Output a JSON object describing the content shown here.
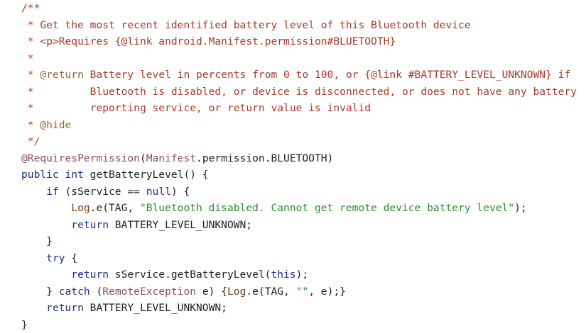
{
  "lines": [
    {
      "indent": "",
      "segments": [
        {
          "cls": "c",
          "text": "/**"
        }
      ]
    },
    {
      "indent": " ",
      "segments": [
        {
          "cls": "c",
          "text": "* Get the most recent identified battery level of this Bluetooth device"
        }
      ]
    },
    {
      "indent": " ",
      "segments": [
        {
          "cls": "c",
          "text": "* <p>Requires {@link android.Manifest.permission#BLUETOOTH}"
        }
      ]
    },
    {
      "indent": " ",
      "segments": [
        {
          "cls": "c",
          "text": "*"
        }
      ]
    },
    {
      "indent": " ",
      "segments": [
        {
          "cls": "c",
          "text": "* "
        },
        {
          "cls": "ct",
          "text": "@return"
        },
        {
          "cls": "c",
          "text": " Battery level in percents from 0 to 100, or {@link #BATTERY_LEVEL_UNKNOWN} if"
        }
      ]
    },
    {
      "indent": " ",
      "segments": [
        {
          "cls": "c",
          "text": "*         Bluetooth is disabled, or device is disconnected, or does not have any battery"
        }
      ]
    },
    {
      "indent": " ",
      "segments": [
        {
          "cls": "c",
          "text": "*         reporting service, or return value is invalid"
        }
      ]
    },
    {
      "indent": " ",
      "segments": [
        {
          "cls": "c",
          "text": "* "
        },
        {
          "cls": "ct",
          "text": "@hide"
        }
      ]
    },
    {
      "indent": " ",
      "segments": [
        {
          "cls": "c",
          "text": "*/"
        }
      ]
    },
    {
      "indent": "",
      "segments": [
        {
          "cls": "an",
          "text": "@RequiresPermission"
        },
        {
          "cls": "tx",
          "text": "("
        },
        {
          "cls": "an",
          "text": "Manifest"
        },
        {
          "cls": "tx",
          "text": ".permission.BLUETOOTH)"
        }
      ]
    },
    {
      "indent": "",
      "segments": [
        {
          "cls": "kw",
          "text": "public"
        },
        {
          "cls": "tx",
          "text": " "
        },
        {
          "cls": "kw",
          "text": "int"
        },
        {
          "cls": "tx",
          "text": " getBatteryLevel() {"
        }
      ]
    },
    {
      "indent": "    ",
      "segments": [
        {
          "cls": "kw",
          "text": "if"
        },
        {
          "cls": "tx",
          "text": " (sService == "
        },
        {
          "cls": "kw",
          "text": "null"
        },
        {
          "cls": "tx",
          "text": ") {"
        }
      ]
    },
    {
      "indent": "        ",
      "segments": [
        {
          "cls": "mt",
          "text": "Log"
        },
        {
          "cls": "tx",
          "text": ".e(TAG, "
        },
        {
          "cls": "st",
          "text": "\"Bluetooth disabled. Cannot get remote device battery level\""
        },
        {
          "cls": "tx",
          "text": ");"
        }
      ]
    },
    {
      "indent": "        ",
      "segments": [
        {
          "cls": "kw",
          "text": "return"
        },
        {
          "cls": "tx",
          "text": " BATTERY_LEVEL_UNKNOWN;"
        }
      ]
    },
    {
      "indent": "    ",
      "segments": [
        {
          "cls": "tx",
          "text": "}"
        }
      ]
    },
    {
      "indent": "    ",
      "segments": [
        {
          "cls": "kw",
          "text": "try"
        },
        {
          "cls": "tx",
          "text": " {"
        }
      ]
    },
    {
      "indent": "        ",
      "segments": [
        {
          "cls": "kw",
          "text": "return"
        },
        {
          "cls": "tx",
          "text": " sService.getBatteryLevel("
        },
        {
          "cls": "kw",
          "text": "this"
        },
        {
          "cls": "tx",
          "text": ");"
        }
      ]
    },
    {
      "indent": "    ",
      "segments": [
        {
          "cls": "tx",
          "text": "} "
        },
        {
          "cls": "kw",
          "text": "catch"
        },
        {
          "cls": "tx",
          "text": " ("
        },
        {
          "cls": "an",
          "text": "RemoteException"
        },
        {
          "cls": "tx",
          "text": " e) {"
        },
        {
          "cls": "mt",
          "text": "Log"
        },
        {
          "cls": "tx",
          "text": ".e(TAG, "
        },
        {
          "cls": "st",
          "text": "\"\""
        },
        {
          "cls": "tx",
          "text": ", e);}"
        }
      ]
    },
    {
      "indent": "    ",
      "segments": [
        {
          "cls": "kw",
          "text": "return"
        },
        {
          "cls": "tx",
          "text": " BATTERY_LEVEL_UNKNOWN;"
        }
      ]
    },
    {
      "indent": "",
      "segments": [
        {
          "cls": "tx",
          "text": "}"
        }
      ]
    }
  ]
}
